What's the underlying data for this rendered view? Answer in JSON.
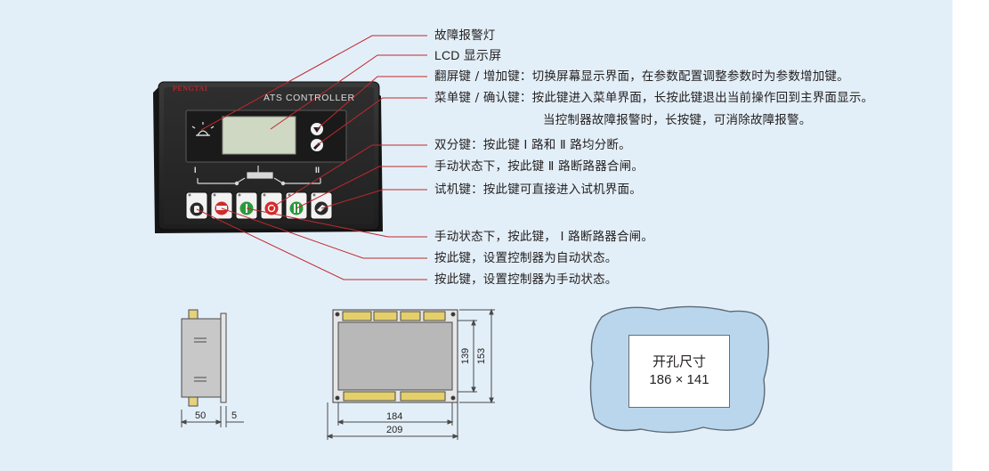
{
  "controller": {
    "brand": "PENGTAI",
    "title": "ATS CONTROLLER",
    "label_one": "I",
    "label_two": "II"
  },
  "annotations": [
    "故障报警灯",
    "LCD 显示屏",
    "翻屏键 / 增加键：切换屏幕显示界面，在参数配置调整参数时为参数增加键。",
    "菜单键 / 确认键：按此键进入菜单界面，长按此键退出当前操作回到主界面显示。",
    "当控制器故障报警时，长按键，可消除故障报警。",
    "双分键：按此键 Ⅰ 路和 Ⅱ 路均分断。",
    "手动状态下，按此键 Ⅱ 路断路器合闸。",
    "试机键：按此键可直接进入试机界面。",
    "手动状态下，按此键， Ⅰ 路断路器合闸。",
    "按此键，设置控制器为自动状态。",
    "按此键，设置控制器为手动状态。"
  ],
  "dimensions": {
    "side_depth": "50",
    "side_panel": "5",
    "height_inner": "139",
    "height_outer": "153",
    "width_inner": "184",
    "width_outer": "209"
  },
  "cutout": {
    "label": "开孔尺寸",
    "size": "186 × 141"
  },
  "colors": {
    "leader": "#c0282d",
    "panel_bg": "#e3eff8",
    "cutout_blob": "#b9d6ec",
    "controller_body": "#2a2a2a",
    "lcd": "#d3dcc8"
  }
}
